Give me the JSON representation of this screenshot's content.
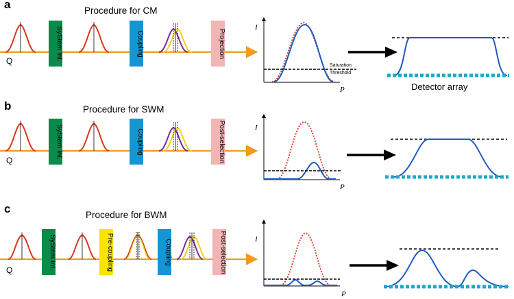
{
  "colors": {
    "beam_orange": "#f39a1f",
    "curve_red": "#d9351f",
    "curve_blue": "#1e5bbd",
    "curve_purple": "#7a2a96",
    "curve_yellow": "#f2d21a",
    "box_green": "#0c8a4b",
    "box_blue": "#1496d4",
    "box_yellow": "#f7e400",
    "box_pink": "#f3b4b4",
    "detector_cyan": "#21a7c4"
  },
  "panels": [
    {
      "letter": "a",
      "title": "Procedure for CM",
      "q_label": "Q",
      "boxes": [
        "SyStem Int.",
        "Coupling",
        "Projection"
      ],
      "plot": {
        "y_label": "I",
        "x_label": "P",
        "saturation_label": "Saturation",
        "threshold_label": "Threshold"
      },
      "detector_label": "Detector array"
    },
    {
      "letter": "b",
      "title": "Procedure for SWM",
      "q_label": "Q",
      "boxes": [
        "SyStem Int.",
        "Coupling",
        "Post-selection"
      ],
      "plot": {
        "y_label": "I",
        "x_label": "P"
      }
    },
    {
      "letter": "c",
      "title": "Procedure for BWM",
      "q_label": "Q",
      "boxes": [
        "SyStem Int.",
        "Pre-coupling",
        "Coupling",
        "Post-selection"
      ],
      "plot": {
        "y_label": "I",
        "x_label": "P"
      }
    }
  ]
}
